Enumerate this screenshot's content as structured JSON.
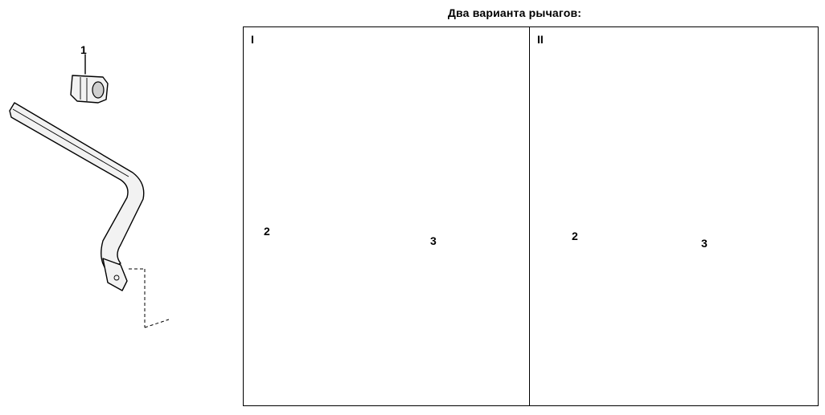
{
  "caption": "Два варианта рычагов:",
  "panels": [
    {
      "label": "I"
    },
    {
      "label": "II"
    }
  ],
  "callouts": {
    "stabilizer_bushing": "1",
    "panel1_bushings": "2",
    "panel1_rear_bushing": "3",
    "panel2_front_bushing": "2",
    "panel2_rear_bushing": "3"
  }
}
